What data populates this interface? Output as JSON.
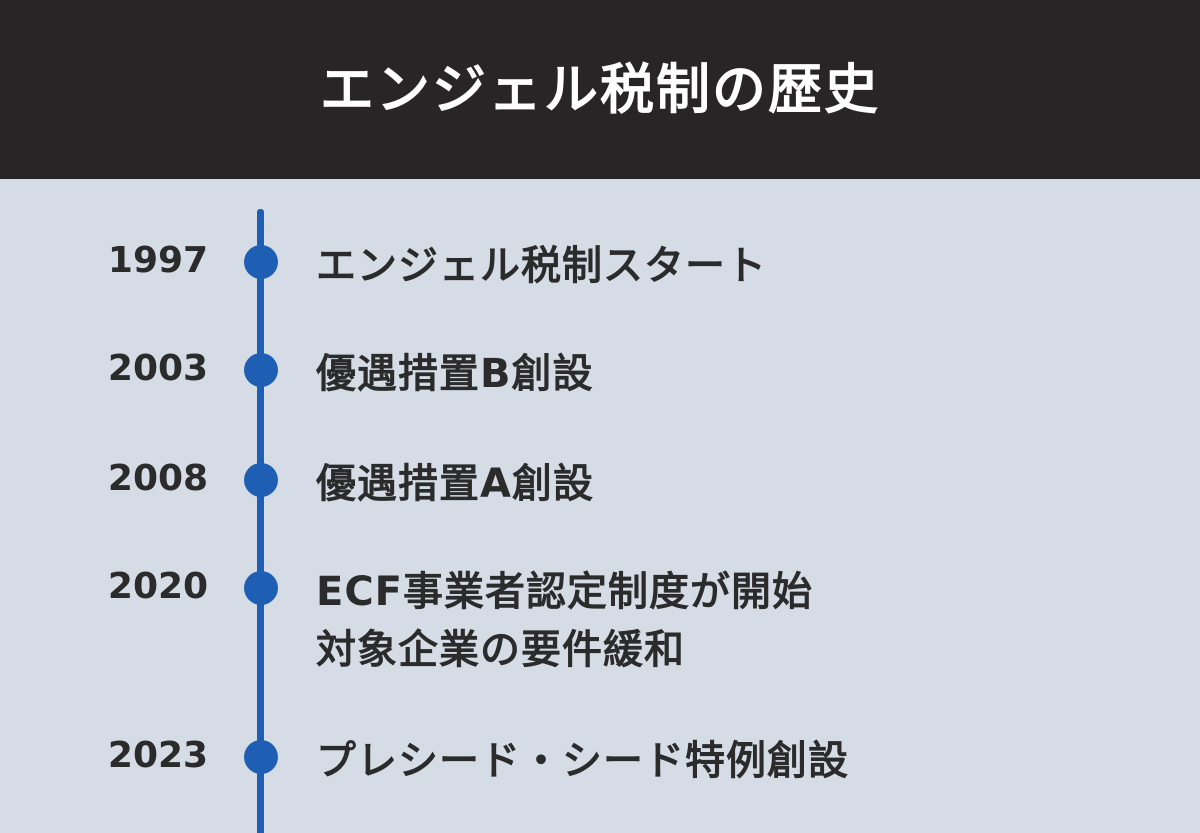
{
  "title": "エンジェル税制の歴史",
  "colors": {
    "header_bg": "#272526",
    "page_bg": "#d6dce6",
    "accent": "#1f5fb3",
    "text": "#2b2b2b"
  },
  "events": [
    {
      "year": "1997",
      "lines": [
        "エンジェル税制スタート"
      ]
    },
    {
      "year": "2003",
      "lines": [
        "優遇措置B創設"
      ]
    },
    {
      "year": "2008",
      "lines": [
        "優遇措置A創設"
      ]
    },
    {
      "year": "2020",
      "lines": [
        "ECF事業者認定制度が開始",
        "対象企業の要件緩和"
      ]
    },
    {
      "year": "2023",
      "lines": [
        "プレシード・シード特例創設"
      ]
    }
  ]
}
